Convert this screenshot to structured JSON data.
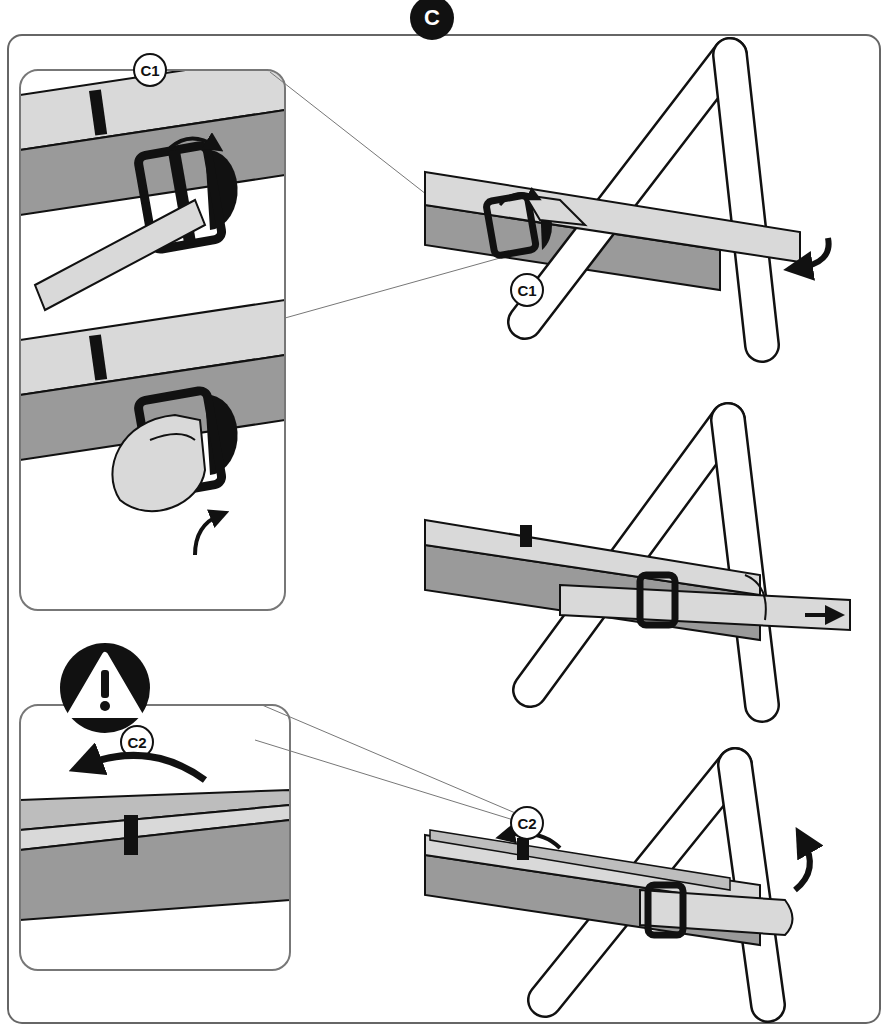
{
  "diagram": {
    "labels": [
      "C",
      "C1",
      "C1",
      "C2",
      "C2"
    ]
  }
}
